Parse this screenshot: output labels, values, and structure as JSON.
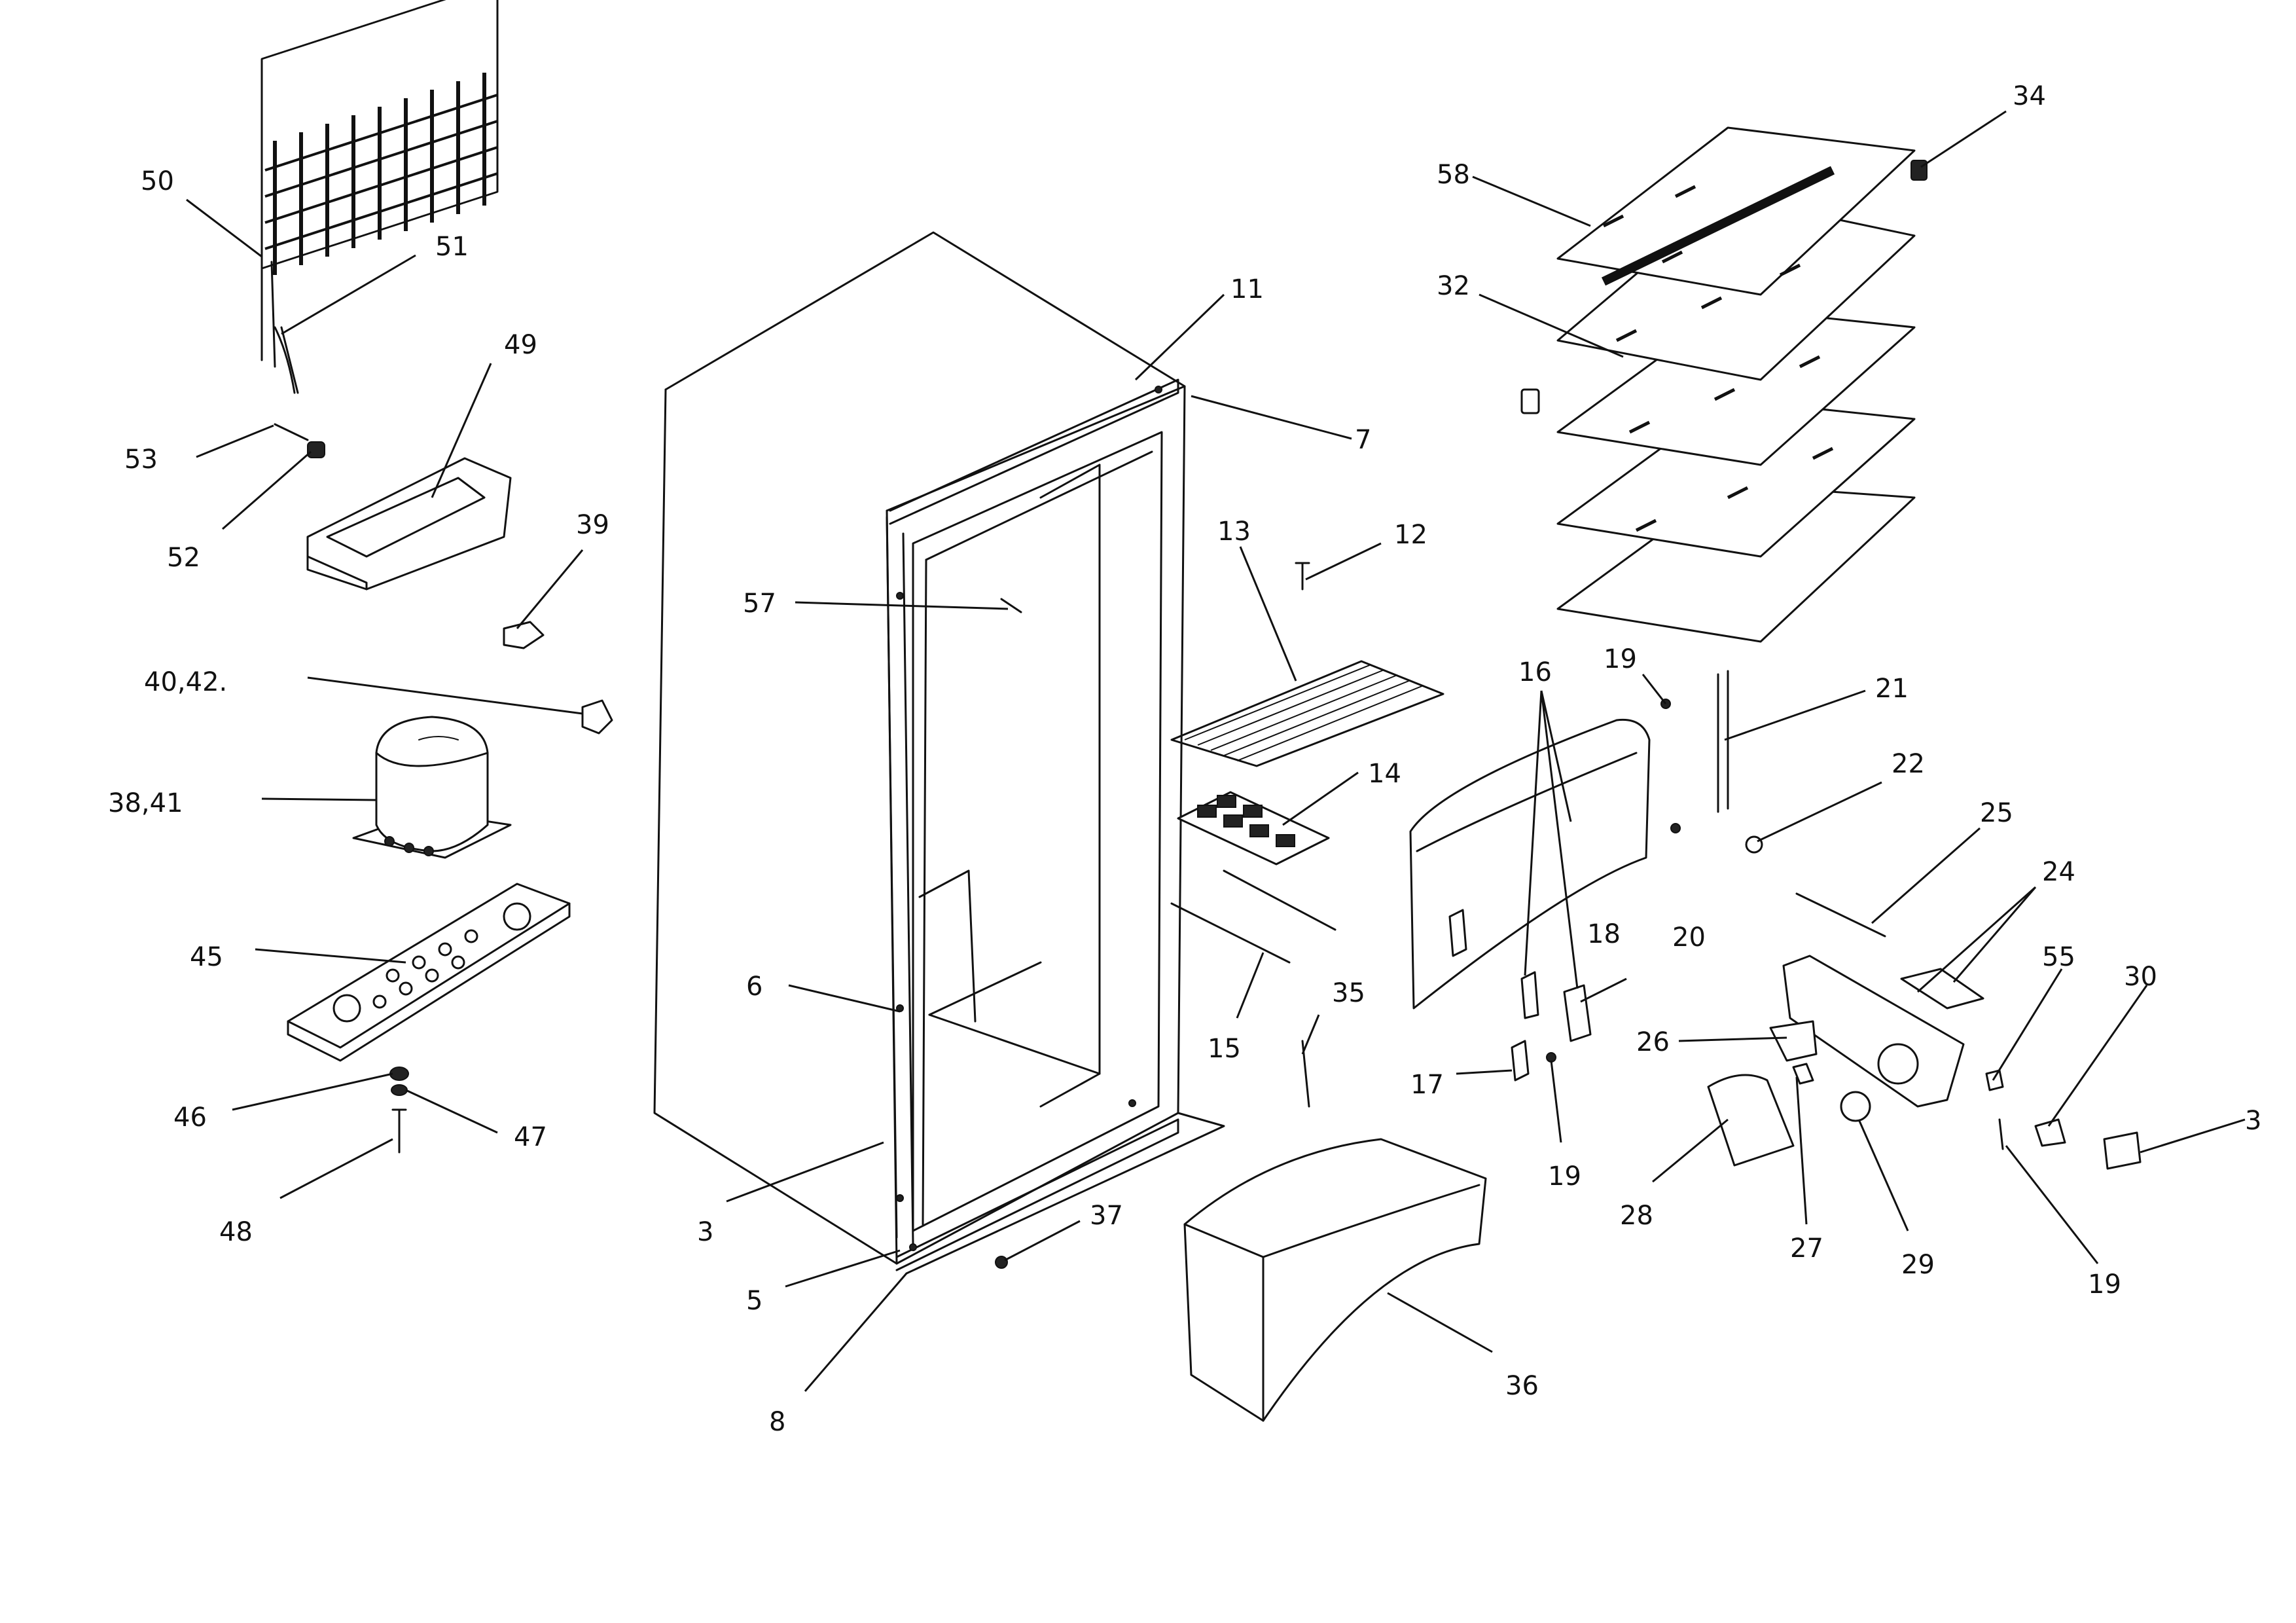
{
  "labels": {
    "p50": "50",
    "p51": "51",
    "p49": "49",
    "p53": "53",
    "p52": "52",
    "p39": "39",
    "p40_42": "40,42.",
    "p38_41": "38,41",
    "p45": "45",
    "p46": "46",
    "p47": "47",
    "p48": "48",
    "p11": "11",
    "p7": "7",
    "p57": "57",
    "p6": "6",
    "p3a": "3",
    "p5": "5",
    "p8": "8",
    "p37": "37",
    "p13": "13",
    "p12": "12",
    "p14": "14",
    "p15": "15",
    "p35": "35",
    "p36": "36",
    "p58": "58",
    "p34": "34",
    "p32": "32",
    "p16": "16",
    "p19a": "19",
    "p21": "21",
    "p22": "22",
    "p18": "18",
    "p20": "20",
    "p17": "17",
    "p19b": "19",
    "p25": "25",
    "p24": "24",
    "p26": "26",
    "p55": "55",
    "p30": "30",
    "p3b": "3",
    "p28": "28",
    "p27": "27",
    "p29": "29",
    "p19c": "19"
  }
}
